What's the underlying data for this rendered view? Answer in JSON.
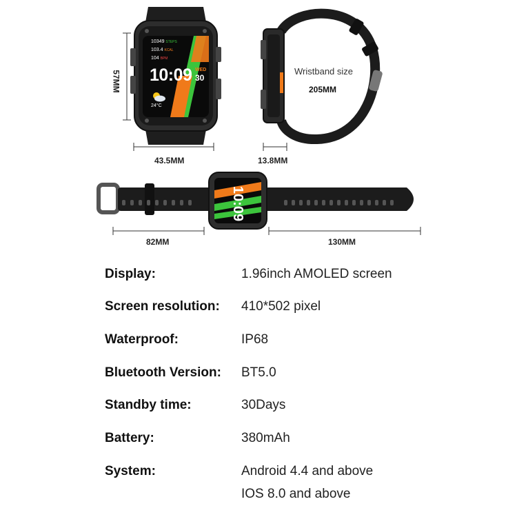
{
  "dimensions": {
    "height": "57MM",
    "width": "43.5MM",
    "thickness": "13.8MM",
    "wristband_label": "Wristband size",
    "wristband_size": "205MM",
    "strap_short": "82MM",
    "strap_long": "130MM"
  },
  "watch_face": {
    "steps": "10349",
    "steps_unit": "STEPS",
    "calories": "103.4",
    "calories_unit": "KCAL",
    "heart_rate": "104",
    "heart_rate_unit": "BPM",
    "time": "10:09",
    "weekday": "WED",
    "day": "30",
    "temperature": "24°C"
  },
  "specs": [
    {
      "label": "Display:",
      "value": "1.96inch AMOLED screen"
    },
    {
      "label": "Screen resolution:",
      "value": "410*502 pixel"
    },
    {
      "label": "Waterproof:",
      "value": "IP68"
    },
    {
      "label": "Bluetooth Version:",
      "value": "BT5.0"
    },
    {
      "label": "Standby time:",
      "value": "30Days"
    },
    {
      "label": "Battery:",
      "value": "380mAh"
    },
    {
      "label": "System:",
      "value": "Android 4.4 and above",
      "value2": "IOS 8.0 and above"
    }
  ],
  "colors": {
    "orange": "#f07a1a",
    "green": "#3cc43c",
    "case": "#2a2a2a",
    "strap": "#1c1c1c"
  }
}
